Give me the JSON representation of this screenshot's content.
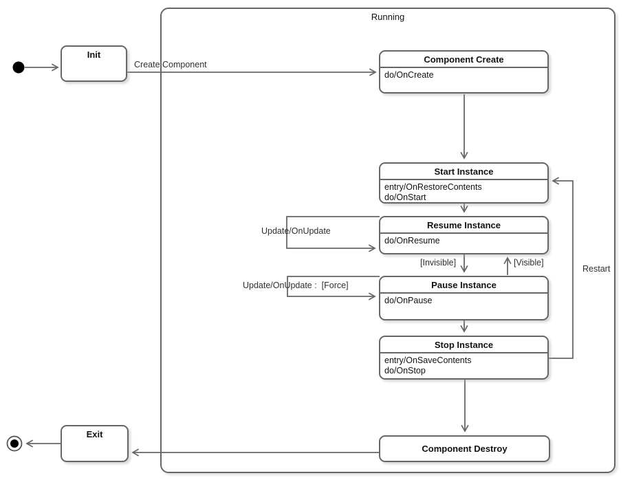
{
  "container": {
    "label": "Running"
  },
  "states": {
    "init": {
      "label": "Init"
    },
    "exit": {
      "label": "Exit"
    },
    "component_create": {
      "title": "Component Create",
      "body": [
        "do/OnCreate"
      ]
    },
    "start_instance": {
      "title": "Start Instance",
      "body": [
        "entry/OnRestoreContents",
        "do/OnStart"
      ]
    },
    "resume_instance": {
      "title": "Resume Instance",
      "body": [
        "do/OnResume"
      ]
    },
    "pause_instance": {
      "title": "Pause Instance",
      "body": [
        "do/OnPause"
      ]
    },
    "stop_instance": {
      "title": "Stop Instance",
      "body": [
        "entry/OnSaveContents",
        "do/OnStop"
      ]
    },
    "component_destroy": {
      "title": "Component Destroy"
    }
  },
  "transitions": {
    "create_component": {
      "label": "Create Component"
    },
    "update": {
      "label": "Update/OnUpdate"
    },
    "update_force": {
      "label": "Update/OnUpdate :  [Force]"
    },
    "invisible": {
      "label": "[Invisible]"
    },
    "visible": {
      "label": "[Visible]"
    },
    "restart": {
      "label": "Restart"
    }
  },
  "colors": {
    "line": "#666666",
    "text": "#000000",
    "state_fill": "#ffffff"
  }
}
